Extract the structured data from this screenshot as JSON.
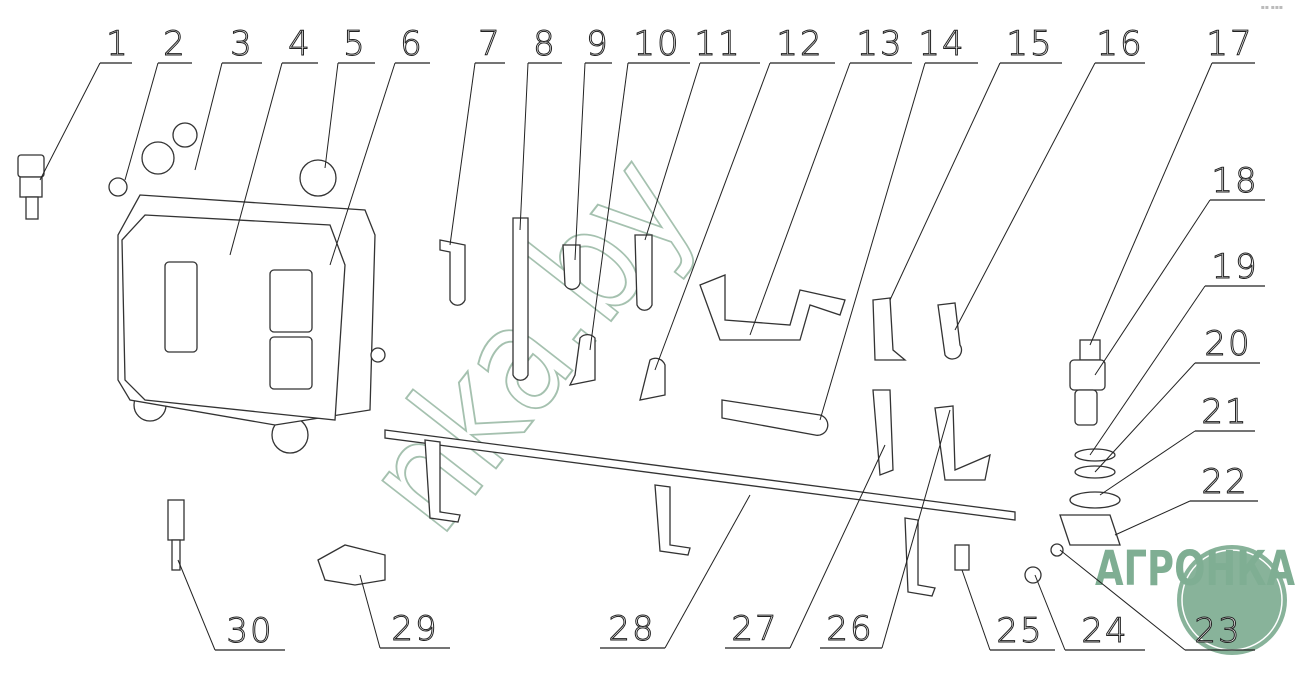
{
  "diagram": {
    "callouts": [
      "1",
      "2",
      "3",
      "4",
      "5",
      "6",
      "7",
      "8",
      "9",
      "10",
      "11",
      "12",
      "13",
      "14",
      "15",
      "16",
      "17",
      "18",
      "19",
      "20",
      "21",
      "22",
      "23",
      "24",
      "25",
      "26",
      "27",
      "28",
      "29",
      "30"
    ],
    "watermark": "nka.by",
    "logo_text": "АГРОНКА",
    "colors": {
      "line": "#222222",
      "watermark": "#8fb29c",
      "logo": "#7fae93"
    }
  }
}
